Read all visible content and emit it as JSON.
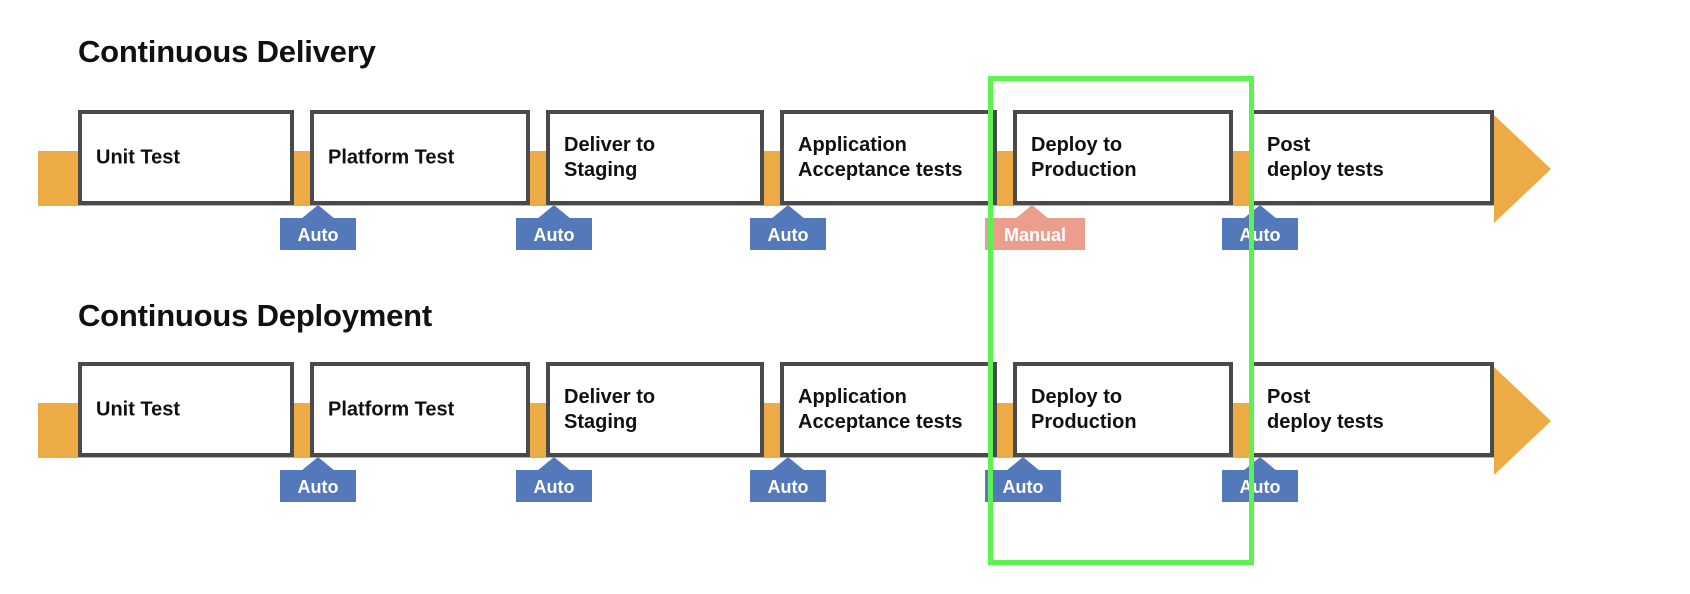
{
  "diagram": {
    "title_row_1": "Continuous Delivery",
    "title_row_2": "Continuous Deployment",
    "colors": {
      "track_orange": "#EDAB45",
      "box_border": "#4A4A4A",
      "gate_auto_blue": "#5379BA",
      "gate_manual_salmon": "#EC9E8E",
      "highlight_green": "#5DF252",
      "text_dark": "#111111",
      "background": "#FFFFFF"
    }
  },
  "rows": [
    {
      "id": "continuous-delivery",
      "title": "Continuous Delivery",
      "stages": [
        {
          "label": "Unit Test"
        },
        {
          "label": "Platform Test"
        },
        {
          "label": "Deliver to\nStaging"
        },
        {
          "label": "Application\nAcceptance tests"
        },
        {
          "label": "Deploy to\nProduction"
        },
        {
          "label": "Post\ndeploy tests"
        }
      ],
      "gates": [
        {
          "label": "Auto",
          "type": "auto"
        },
        {
          "label": "Auto",
          "type": "auto"
        },
        {
          "label": "Auto",
          "type": "auto"
        },
        {
          "label": "Manual",
          "type": "manual"
        },
        {
          "label": "Auto",
          "type": "auto"
        }
      ]
    },
    {
      "id": "continuous-deployment",
      "title": "Continuous Deployment",
      "stages": [
        {
          "label": "Unit Test"
        },
        {
          "label": "Platform Test"
        },
        {
          "label": "Deliver to\nStaging"
        },
        {
          "label": "Application\nAcceptance tests"
        },
        {
          "label": "Deploy to\nProduction"
        },
        {
          "label": "Post\ndeploy tests"
        }
      ],
      "gates": [
        {
          "label": "Auto",
          "type": "auto"
        },
        {
          "label": "Auto",
          "type": "auto"
        },
        {
          "label": "Auto",
          "type": "auto"
        },
        {
          "label": "Auto",
          "type": "auto"
        },
        {
          "label": "Auto",
          "type": "auto"
        }
      ]
    }
  ],
  "highlight": {
    "label": "deploy-to-production-comparison-highlight"
  }
}
